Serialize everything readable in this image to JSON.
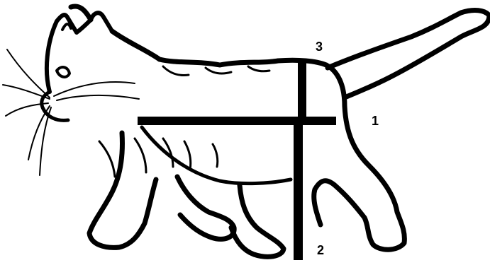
{
  "diagram": {
    "labels": {
      "one": "1",
      "two": "2",
      "three": "3"
    },
    "colors": {
      "ink": "#000000",
      "background": "#ffffff"
    }
  }
}
